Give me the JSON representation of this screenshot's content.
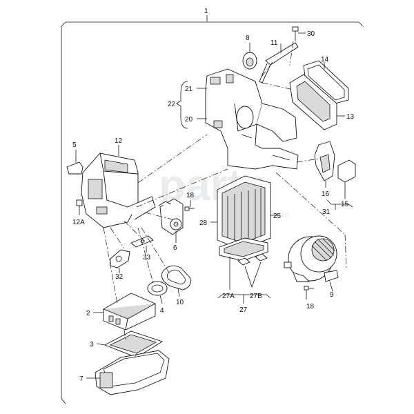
{
  "watermark": {
    "main": "parts",
    "sub": ".com.ua"
  },
  "labels": {
    "l1": "1",
    "l2": "2",
    "l3": "3",
    "l4": "4",
    "l5": "5",
    "l6": "6",
    "l7": "7",
    "l8": "8",
    "l10": "10",
    "l11": "11",
    "l12": "12",
    "l12A": "12A",
    "l13": "13",
    "l14": "14",
    "l15": "15",
    "l16": "16",
    "l18a": "18",
    "l18b": "18",
    "l20": "20",
    "l21": "21",
    "l22": "22",
    "l25": "25",
    "l27": "27",
    "l27A": "27A",
    "l27B": "27B",
    "l28": "28",
    "l30": "30",
    "l31": "31",
    "l32": "32",
    "l33": "33",
    "l9": "9"
  }
}
